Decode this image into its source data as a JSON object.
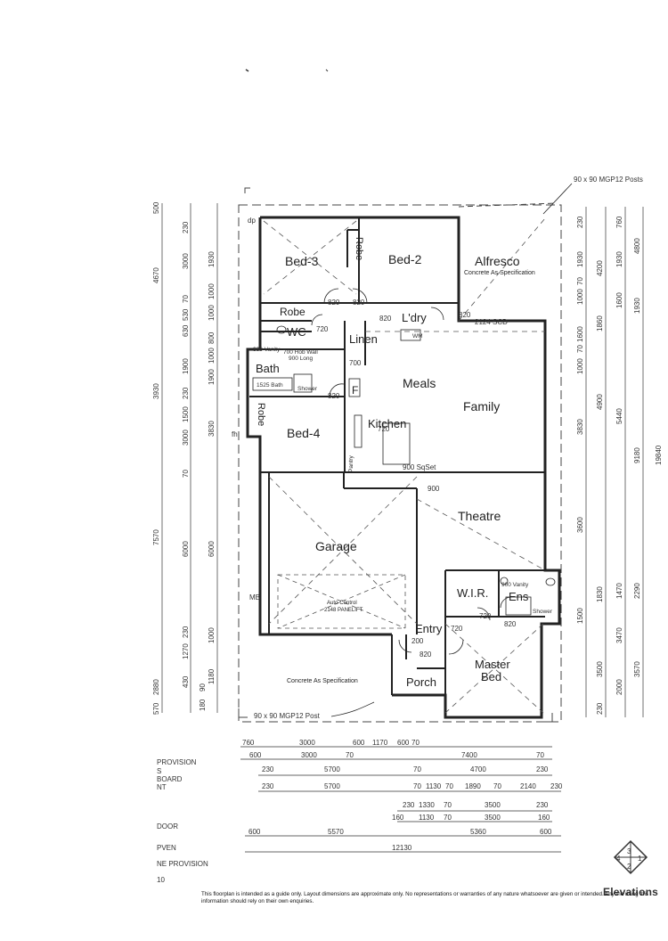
{
  "rooms": {
    "bed3": "Bed-3",
    "bed2": "Bed-2",
    "alfresco": "Alfresco",
    "alfresco_note": "Concrete As Specification",
    "robe_bed3": "Robe",
    "robe_bed2": "Robe",
    "wc": "WC",
    "ldry": "L'dry",
    "linen": "Linen",
    "bath": "Bath",
    "meals": "Meals",
    "family": "Family",
    "kitchen": "Kitchen",
    "pantry": "Pantry",
    "f": "F",
    "robe_bed4": "Robe",
    "bed4": "Bed-4",
    "garage": "Garage",
    "theatre": "Theatre",
    "wir": "W.I.R.",
    "ens": "Ens",
    "entry": "Entry",
    "master": "Master",
    "bed": "Bed",
    "porch": "Porch",
    "porch_concrete": "Concrete As Specification",
    "auto_control_1": "Auto-Control",
    "auto_control_2": "2148 PANELIFT"
  },
  "annotations": {
    "posts_top": "90 x 90 MGP12 Posts",
    "post_bottom": "90 x 90 MGP12 Post",
    "scd": "2124 SCD",
    "sqset": "900 SqSet",
    "vanity_bath": "900 Vanity",
    "hob_wall": "700 Hob Wall",
    "linen_shelf": "900 Long",
    "bath_size": "1525 Bath",
    "shower": "Shower",
    "vanity_ens": "900 Vanity",
    "shower_ens": "Shower",
    "mb": "MB",
    "wm": "WM",
    "dp": "dp",
    "fh": "fh"
  },
  "doors": [
    "820",
    "820",
    "820",
    "720",
    "720",
    "820",
    "700",
    "820",
    "720",
    "820",
    "200",
    "820",
    "900",
    "720"
  ],
  "dims_left_outer": [
    "500",
    "4670",
    "3930",
    "7570",
    "2880",
    "570"
  ],
  "dims_left_mid": [
    "230",
    "3000",
    "70",
    "530",
    "630",
    "1900",
    "230",
    "1500",
    "3000",
    "70",
    "6000",
    "230",
    "1270",
    "430",
    "90",
    "180"
  ],
  "dims_left_inner": [
    "1930",
    "1000",
    "1000",
    "800",
    "1000",
    "1900",
    "3830",
    "6000",
    "1000",
    "1180"
  ],
  "dims_right_a": [
    "230",
    "1930",
    "70",
    "1000",
    "1600",
    "70",
    "1000",
    "3830",
    "4900",
    "3600",
    "1830",
    "1470",
    "1500",
    "3500",
    "230"
  ],
  "dims_right_b": [
    "760",
    "4200",
    "1860",
    "1930",
    "1600",
    "5440",
    "2290",
    "2000"
  ],
  "dims_right_c": [
    "4800",
    "1930",
    "9180",
    "3470",
    "3570"
  ],
  "dims_right_total": "19840",
  "dims_bottom_row1": [
    "760",
    "3000",
    "600",
    "1170",
    "600",
    "70"
  ],
  "dims_bottom_row2": [
    "600",
    "3000",
    "70",
    "7400",
    "70"
  ],
  "dims_bottom_row3": [
    "230",
    "5700",
    "70",
    "4700",
    "230"
  ],
  "dims_bottom_row4": [
    "230",
    "5700",
    "70",
    "1130",
    "70",
    "1890",
    "70",
    "2140",
    "230"
  ],
  "dims_bottom_row5": [
    "230",
    "1330",
    "70",
    "3500",
    "230"
  ],
  "dims_bottom_row6": [
    "160",
    "1130",
    "70",
    "3500",
    "160"
  ],
  "dims_bottom_row7": [
    "600",
    "5570",
    "5360",
    "600"
  ],
  "dims_bottom_total": "12130",
  "bottom_left_labels": [
    "PROVISION",
    "S",
    "BOARD",
    "NT",
    "DOOR",
    "PVEN",
    "NE PROVISION",
    "10"
  ],
  "brand": {
    "name": "Elevations",
    "badge": [
      "3",
      "4",
      "1",
      "2"
    ]
  },
  "disclaimer": "This floorplan is intended as a guide only. Layout dimensions are approximate only. No representations or warranties of any nature whatsoever are given or intended. Anyone using this information should rely on their own enquiries.",
  "colors": {
    "ink": "#222222",
    "paper": "#ffffff"
  }
}
